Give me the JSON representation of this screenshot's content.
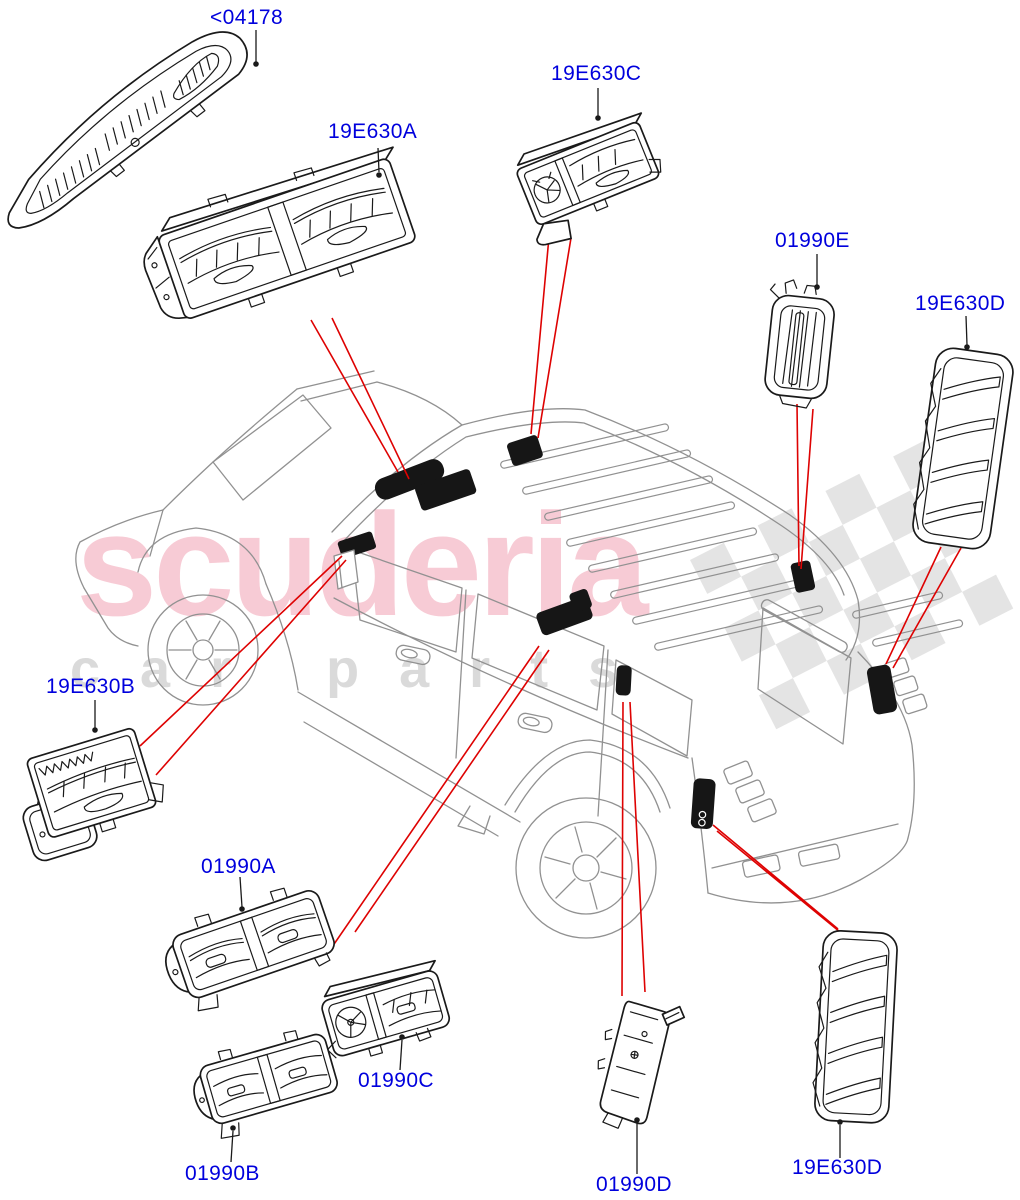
{
  "watermark": {
    "brand": "scuderia",
    "tagline": "car parts"
  },
  "callouts": [
    {
      "id": "04178",
      "text": "<04178"
    },
    {
      "id": "19E630A",
      "text": "19E630A"
    },
    {
      "id": "19E630C",
      "text": "19E630C"
    },
    {
      "id": "01990E",
      "text": "01990E"
    },
    {
      "id": "19E630D_top",
      "text": "19E630D"
    },
    {
      "id": "19E630B",
      "text": "19E630B"
    },
    {
      "id": "01990A",
      "text": "01990A"
    },
    {
      "id": "01990C",
      "text": "01990C"
    },
    {
      "id": "01990B",
      "text": "01990B"
    },
    {
      "id": "01990D",
      "text": "01990D"
    },
    {
      "id": "19E630D_bot",
      "text": "19E630D"
    }
  ],
  "colors": {
    "label_blue": "#0000DD",
    "leader_red": "#DE0202",
    "artwork_black": "#1A1A1A",
    "car_gray": "#919191",
    "watermark_pink": "#F7C6D1",
    "watermark_gray": "#D6D6D6"
  }
}
